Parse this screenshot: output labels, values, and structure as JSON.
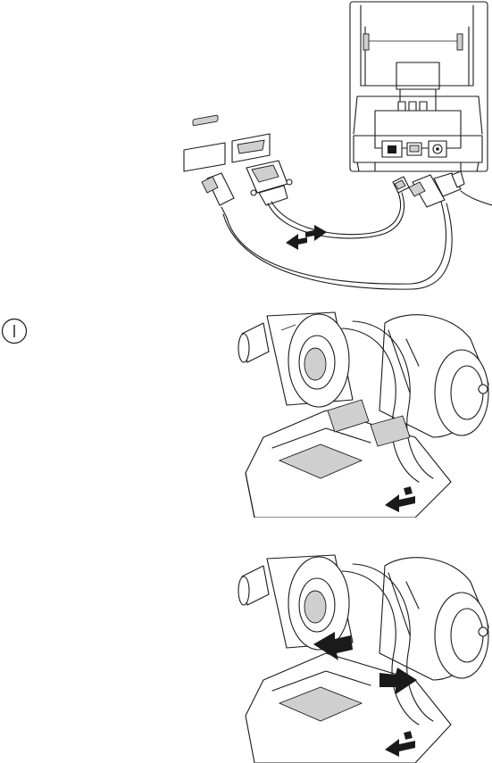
{
  "figures": [
    {
      "id": "connection",
      "name": "printer-cable-connection"
    },
    {
      "id": "paper-load",
      "name": "paper-roll-loading"
    },
    {
      "id": "paper-close",
      "name": "paper-cover-closing"
    }
  ],
  "icons": [
    "power-button-icon",
    "arrow-icon"
  ],
  "colors": {
    "line": "#1a1a1a",
    "fill": "#ffffff",
    "shade": "#cfcfcf"
  }
}
